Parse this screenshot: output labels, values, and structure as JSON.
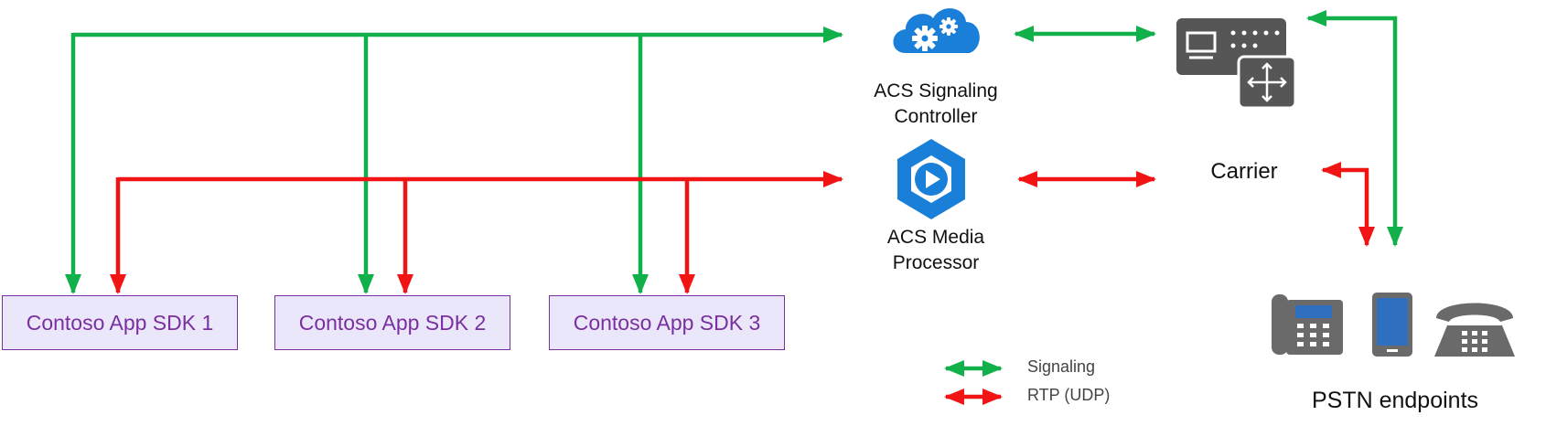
{
  "colors": {
    "signaling": "#11b04b",
    "rtp": "#f01414",
    "azure_blue": "#1a7fd8",
    "device_gray": "#565656",
    "sdk_border": "#7a2fa0",
    "sdk_fill": "#eae7fb"
  },
  "sdk_boxes": [
    {
      "label": "Contoso App SDK 1"
    },
    {
      "label": "Contoso App SDK 2"
    },
    {
      "label": "Contoso App SDK 3"
    }
  ],
  "nodes": {
    "signaling_controller": {
      "label": "ACS Signaling\nController",
      "icon": "cloud-gears-icon"
    },
    "media_processor": {
      "label": "ACS Media\nProcessor",
      "icon": "media-play-hexagon-icon"
    },
    "carrier": {
      "label": "Carrier",
      "icon": "carrier-switch-router-icon"
    },
    "pstn": {
      "label": "PSTN endpoints",
      "icons": [
        "desk-phone-icon",
        "mobile-phone-icon",
        "rotary-phone-icon"
      ]
    }
  },
  "legend": {
    "signaling": "Signaling",
    "rtp": "RTP (UDP)"
  }
}
